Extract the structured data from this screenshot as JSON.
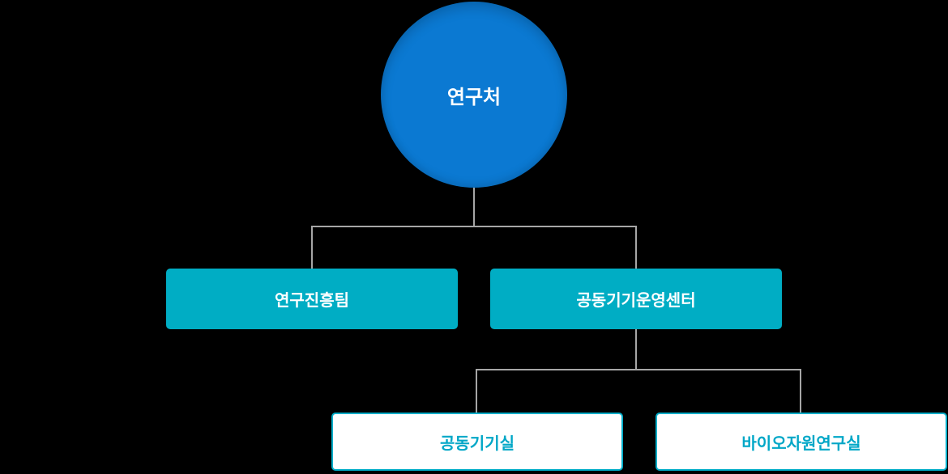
{
  "org_chart": {
    "title": "organization-chart",
    "root": {
      "label": "연구처"
    },
    "level2": [
      {
        "label": "연구진흥팀"
      },
      {
        "label": "공동기기운영센터"
      }
    ],
    "level3": [
      {
        "label": "공동기기실",
        "parent": "공동기기운영센터"
      },
      {
        "label": "바이오자원연구실",
        "parent": "공동기기운영센터"
      }
    ]
  },
  "colors": {
    "background": "#000000",
    "root_bg": "#0b79d2",
    "dept_bg": "#00adc4",
    "sub_bg": "#ffffff",
    "sub_border": "#00aec9",
    "sub_text": "#00a7c7",
    "node_text": "#ffffff",
    "connector": "#a6a6a6"
  }
}
